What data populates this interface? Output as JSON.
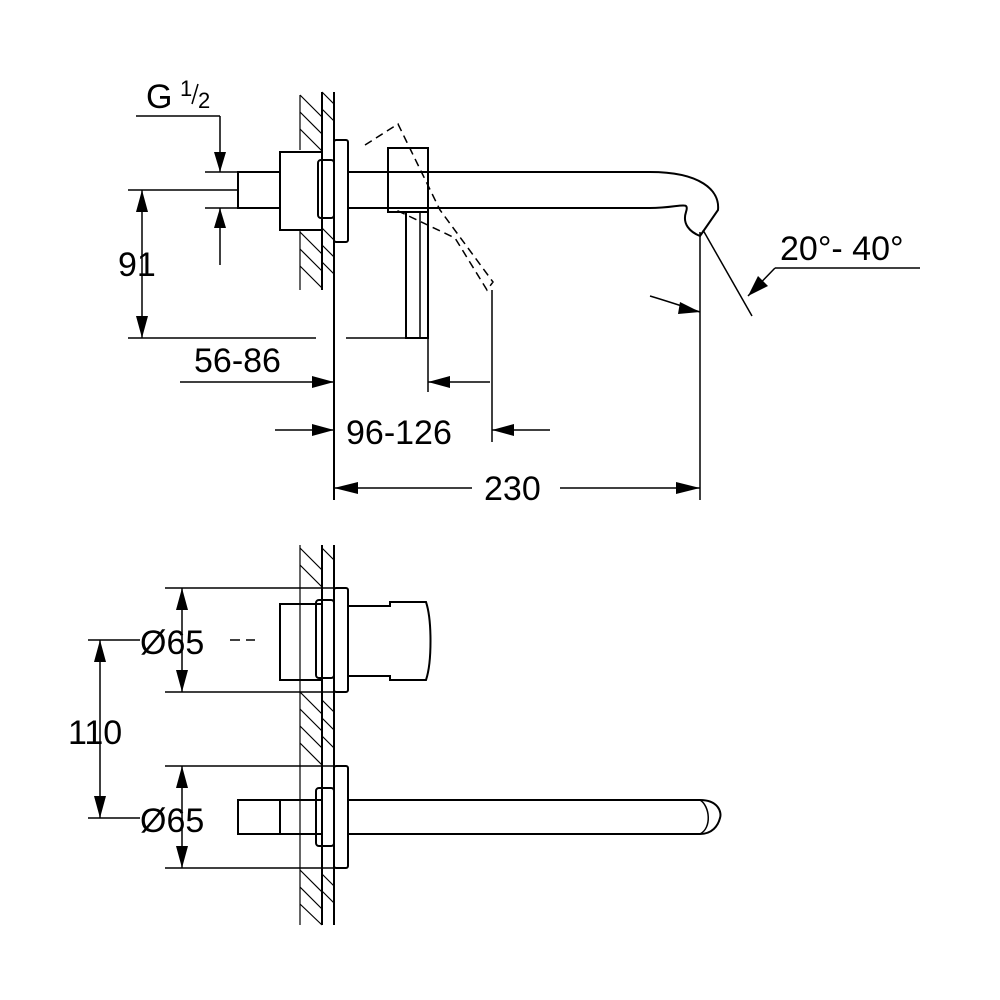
{
  "labels": {
    "thread": "G",
    "thread_num": "1",
    "thread_den": "2",
    "height_91": "91",
    "depth_56_86": "56-86",
    "depth_96_126": "96-126",
    "projection_230": "230",
    "angle_range": "20°- 40°",
    "diameter_top": "Ø65",
    "diameter_bottom": "Ø65",
    "spacing_110": "110"
  }
}
